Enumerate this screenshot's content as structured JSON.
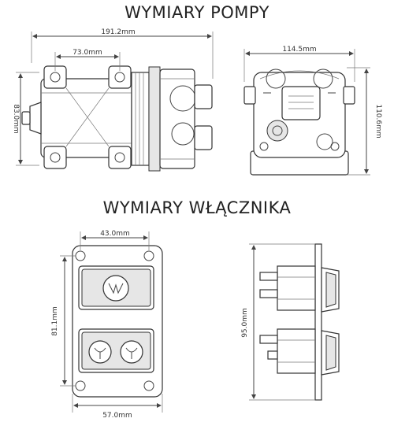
{
  "titles": {
    "pump": "WYMIARY POMPY",
    "switch": "WYMIARY WŁĄCZNIKA"
  },
  "pump_dimensions": {
    "overall_length": "191.2mm",
    "mount_spacing": "73.0mm",
    "height_side": "83.0mm",
    "width_front": "114.5mm",
    "height_front": "110.6mm"
  },
  "switch_dimensions": {
    "hole_spacing": "43.0mm",
    "plate_height": "81.1mm",
    "plate_width": "57.0mm",
    "side_height": "95.0mm"
  }
}
